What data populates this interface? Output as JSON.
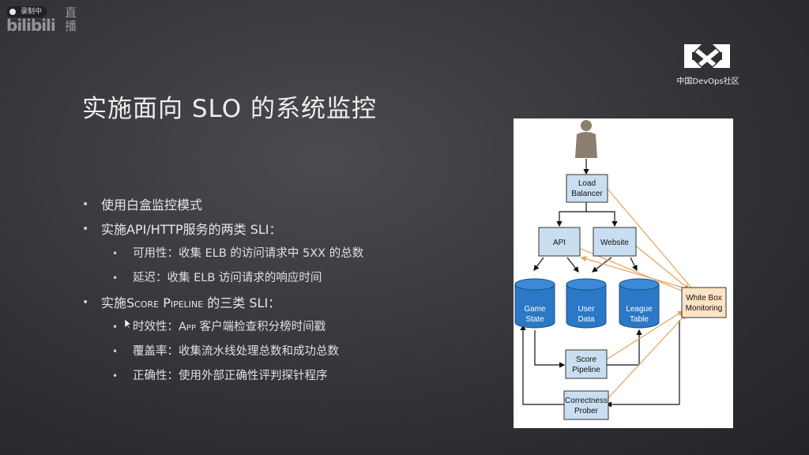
{
  "overlay": {
    "recording_label": "录制中",
    "platform_logo": "bilibili",
    "live_label": "直播"
  },
  "brand": {
    "logo_text": "中国DevOps社区"
  },
  "slide": {
    "title": "实施面向 SLO 的系统监控",
    "bullets": [
      {
        "text": "使用白盒监控模式"
      },
      {
        "text": "实施API/HTTP服务的两类 SLI："
      },
      {
        "text": "可用性：收集 ELB 的访问请求中 5XX 的总数"
      },
      {
        "text": "延迟：收集 ELB 访问请求的响应时间"
      },
      {
        "text_prefix": "实施",
        "text_sc": "Score Pipeline",
        "text_suffix": " 的三类 SLI："
      },
      {
        "text_sc": "时效性：App",
        "text_suffix": " 客户端检查积分榜时间戳"
      },
      {
        "text": "覆盖率：收集流水线处理总数和成功总数"
      },
      {
        "text": "正确性：使用外部正确性评判探针程序"
      }
    ]
  },
  "diagram": {
    "load_balancer": [
      "Load",
      "Balancer"
    ],
    "api": "API",
    "website": "Website",
    "game_state": [
      "Game",
      "State"
    ],
    "user_data": [
      "User",
      "Data"
    ],
    "league_table": [
      "League",
      "Table"
    ],
    "white_box": [
      "White Box",
      "Monitoring"
    ],
    "score_pipeline": [
      "Score",
      "Pipeline"
    ],
    "correctness_prober": [
      "Correctness",
      "Prober"
    ],
    "colors": {
      "box_fill": "#c9dff1",
      "db_fill": "#2a78c6",
      "monitor_fill": "#fbe3c5",
      "orange_line": "#e8a25a"
    }
  }
}
